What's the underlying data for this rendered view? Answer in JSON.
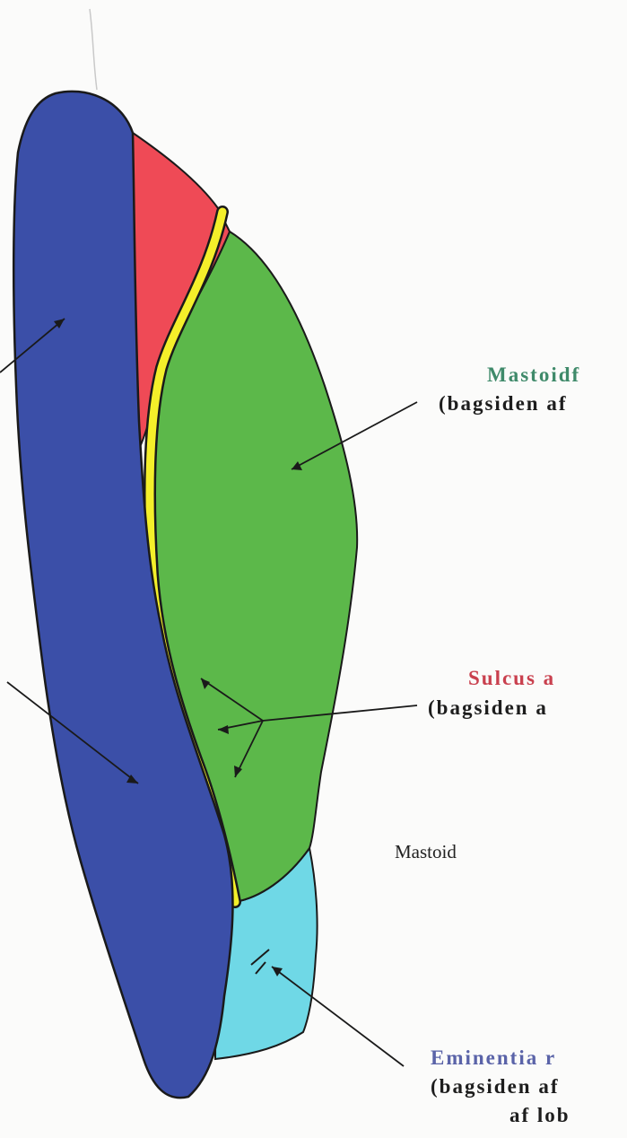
{
  "labels": {
    "mastoid_title": "Mastoidf",
    "mastoid_sub": "(bagsiden af",
    "sulcus_title": "Sulcus a",
    "sulcus_sub": "(bagsiden a",
    "mastoid_plain": "Mastoid",
    "eminentia_title": "Eminentia r",
    "eminentia_sub1": "(bagsiden af",
    "eminentia_sub2": "af lob"
  },
  "colors": {
    "blue_region": "#3b4fa8",
    "red_region": "#ef4a56",
    "green_region": "#5cb84a",
    "yellow_groove": "#f4ef2a",
    "cyan_region": "#6fd8e6",
    "mastoid_label": "#3f8a6a",
    "sulcus_label": "#c9404e",
    "eminentia_label": "#5a63a8"
  }
}
